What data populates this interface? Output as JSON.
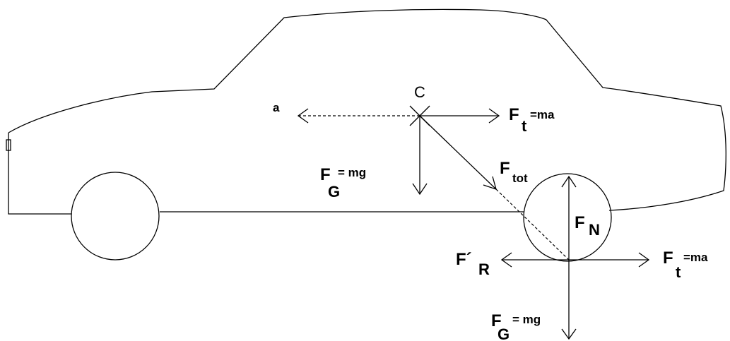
{
  "labels": {
    "c": "C",
    "a": "a",
    "ft_upper_main": "F",
    "ft_upper_sub": "t",
    "ft_upper_rest": "=ma",
    "fg_upper_main": "F",
    "fg_upper_sub": "G",
    "fg_upper_rest": "= mg",
    "ftot_main": "F",
    "ftot_sub": "tot",
    "fn_main": "F",
    "fn_sub": "N",
    "fr_main": "F´",
    "fr_sub": "R",
    "ft_lower_main": "F",
    "ft_lower_sub": "t",
    "ft_lower_rest": "=ma",
    "fg_lower_main": "F",
    "fg_lower_sub": "G",
    "fg_lower_rest": "= mg"
  },
  "colors": {
    "stroke": "#000000",
    "background": "#ffffff"
  }
}
